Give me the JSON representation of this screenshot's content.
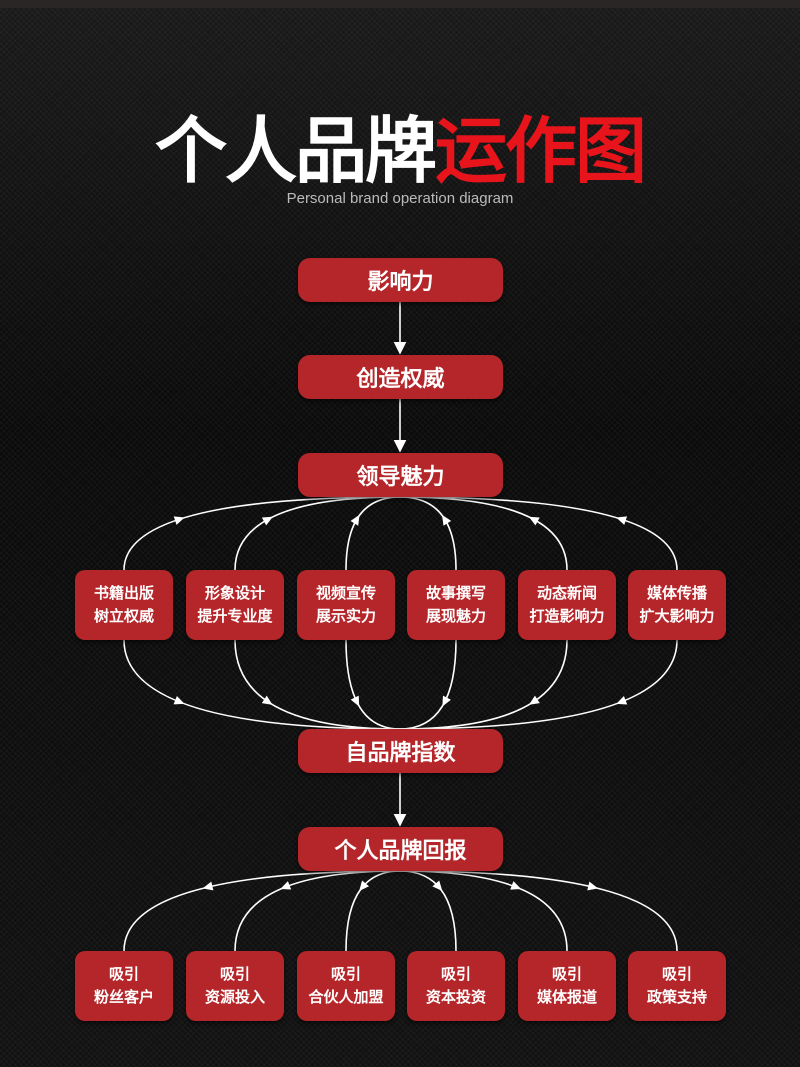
{
  "title": {
    "white": "个人品牌",
    "red": "运作图",
    "subtitle": "Personal brand operation diagram"
  },
  "colors": {
    "node": "#b5262a",
    "title_red": "#e8141b",
    "line": "#ffffff"
  },
  "chain": [
    "影响力",
    "创造权威",
    "领导魅力"
  ],
  "middle_nodes": [
    {
      "line1": "书籍出版",
      "line2": "树立权威"
    },
    {
      "line1": "形象设计",
      "line2": "提升专业度"
    },
    {
      "line1": "视频宣传",
      "line2": "展示实力"
    },
    {
      "line1": "故事撰写",
      "line2": "展现魅力"
    },
    {
      "line1": "动态新闻",
      "line2": "打造影响力"
    },
    {
      "line1": "媒体传播",
      "line2": "扩大影响力"
    }
  ],
  "index_node": "自品牌指数",
  "return_node": "个人品牌回报",
  "bottom_nodes": [
    {
      "line1": "吸引",
      "line2": "粉丝客户"
    },
    {
      "line1": "吸引",
      "line2": "资源投入"
    },
    {
      "line1": "吸引",
      "line2": "合伙人加盟"
    },
    {
      "line1": "吸引",
      "line2": "资本投资"
    },
    {
      "line1": "吸引",
      "line2": "媒体报道"
    },
    {
      "line1": "吸引",
      "line2": "政策支持"
    }
  ]
}
